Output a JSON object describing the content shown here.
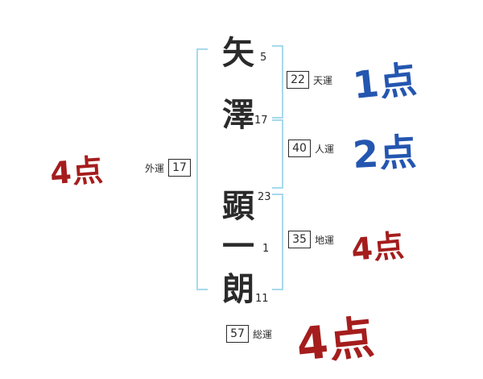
{
  "name": {
    "chars": [
      {
        "char": "矢",
        "strokes": "5"
      },
      {
        "char": "澤",
        "strokes": "17"
      },
      {
        "char": "顕",
        "strokes": "23"
      },
      {
        "char": "一",
        "strokes": "1"
      },
      {
        "char": "朗",
        "strokes": "11"
      }
    ]
  },
  "fortunes": {
    "gaiun": {
      "label": "外運",
      "value": "17",
      "score": "4点"
    },
    "tenun": {
      "label": "天運",
      "value": "22",
      "score": "1点"
    },
    "jinun": {
      "label": "人運",
      "value": "40",
      "score": "2点"
    },
    "chiun": {
      "label": "地運",
      "value": "35",
      "score": "4点"
    },
    "souun": {
      "label": "総運",
      "value": "57",
      "score": "4点"
    }
  },
  "colors": {
    "score_blue": "#2456b0",
    "score_red": "#a51d1d",
    "bracket_blue": "#a6d9ec",
    "text_black": "#2a2a2a"
  }
}
